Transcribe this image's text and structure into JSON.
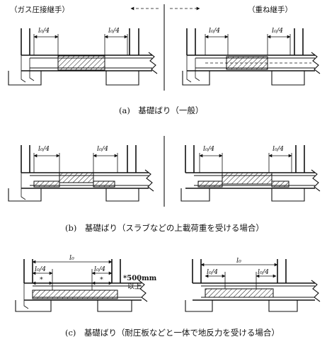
{
  "header": {
    "left_label": "（ガス圧接継手）",
    "right_label": "（重ね継手）"
  },
  "dims": {
    "quarter": "l₀/4",
    "full": "l₀",
    "min_length": "*500mm",
    "min_suffix": "以上",
    "star": "*"
  },
  "captions": {
    "a": "(a)　基礎ばり（一般）",
    "b": "(b)　基礎ばり（スラブなどの上載荷重を受ける場合）",
    "c": "(c)　基礎ばり（耐圧板などと一体で地反力を受ける場合）"
  }
}
